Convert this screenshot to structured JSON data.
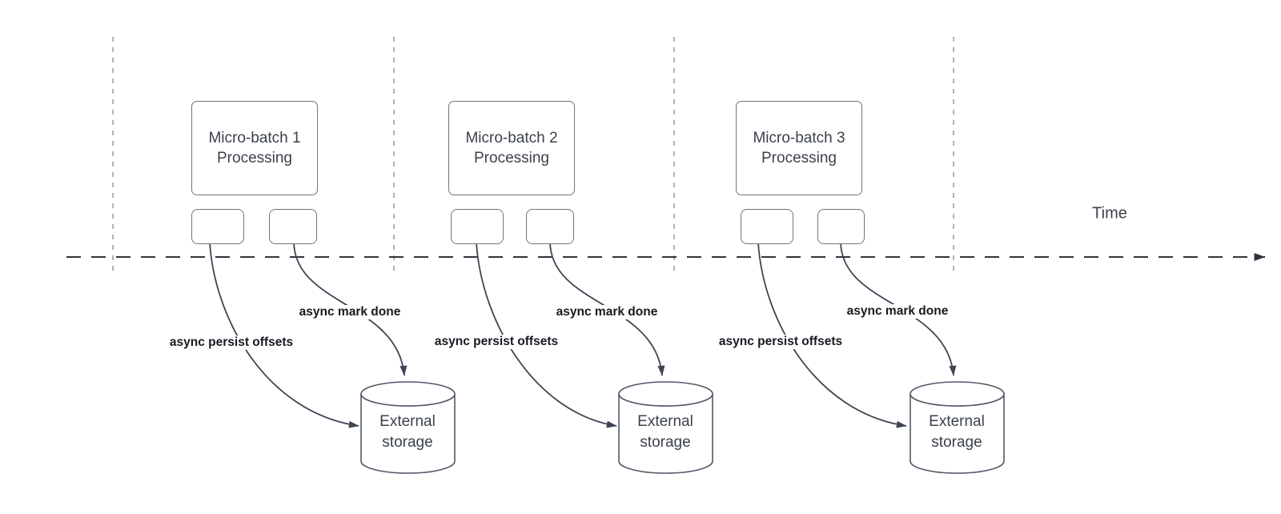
{
  "diagram": {
    "time_axis_label": "Time",
    "groups": [
      {
        "box_title": "Micro-batch 1",
        "box_subtitle": "Processing",
        "persist_label": "async persist offsets",
        "done_label": "async mark done",
        "storage_line1": "External",
        "storage_line2": "storage"
      },
      {
        "box_title": "Micro-batch 2",
        "box_subtitle": "Processing",
        "persist_label": "async persist offsets",
        "done_label": "async mark done",
        "storage_line1": "External",
        "storage_line2": "storage"
      },
      {
        "box_title": "Micro-batch 3",
        "box_subtitle": "Processing",
        "persist_label": "async persist offsets",
        "done_label": "async mark done",
        "storage_line1": "External",
        "storage_line2": "storage"
      }
    ],
    "colors": {
      "guide_line": "#ababab",
      "time_axis": "#2f343c",
      "connector": "#3d4553",
      "shape_border": "#6e7581",
      "cylinder_border": "#505a68",
      "shape_text": "#3b414d",
      "edge_label_text": "#161a21"
    }
  }
}
